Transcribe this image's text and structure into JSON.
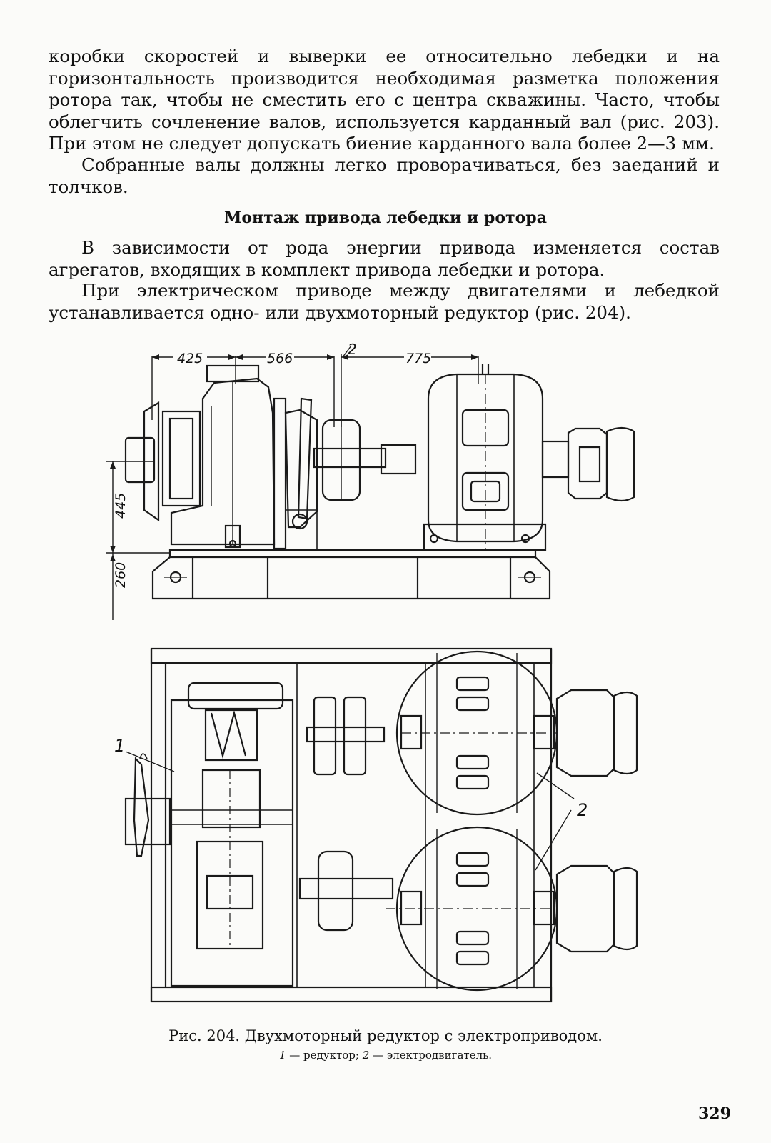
{
  "text": {
    "p1": "коробки скоростей и выверки ее относительно лебедки и на горизонтальность производится необходимая разметка положения ротора так, чтобы не сместить его с центра скважины. Часто, чтобы облегчить сочленение валов, используется карданный вал (рис. 203). При этом не следует допускать биение карданного вала более 2—3 мм.",
    "p2": "Собранные валы должны легко проворачиваться, без заеданий и толчков.",
    "heading": "Монтаж привода лебедки и ротора",
    "p3": "В зависимости от рода энергии привода изменяется состав агрегатов, входящих в комплект привода лебедки и ротора.",
    "p4": "При электрическом приводе между двигателями и лебедкой устанавливается одно- или двухмоторный редуктор (рис. 204)."
  },
  "figure": {
    "dimensions": {
      "d425": "425",
      "d566": "566",
      "d775": "775",
      "d445": "445",
      "d260": "260"
    },
    "labels": {
      "callout_top": "2",
      "callout_1": "1",
      "callout_2": "2"
    },
    "caption": "Рис. 204. Двухмоторный редуктор с электроприводом.",
    "legend": {
      "n1": "1",
      "t1": " — редуктор; ",
      "n2": "2",
      "t2": " — электродвигатель."
    }
  },
  "page_number": "329"
}
